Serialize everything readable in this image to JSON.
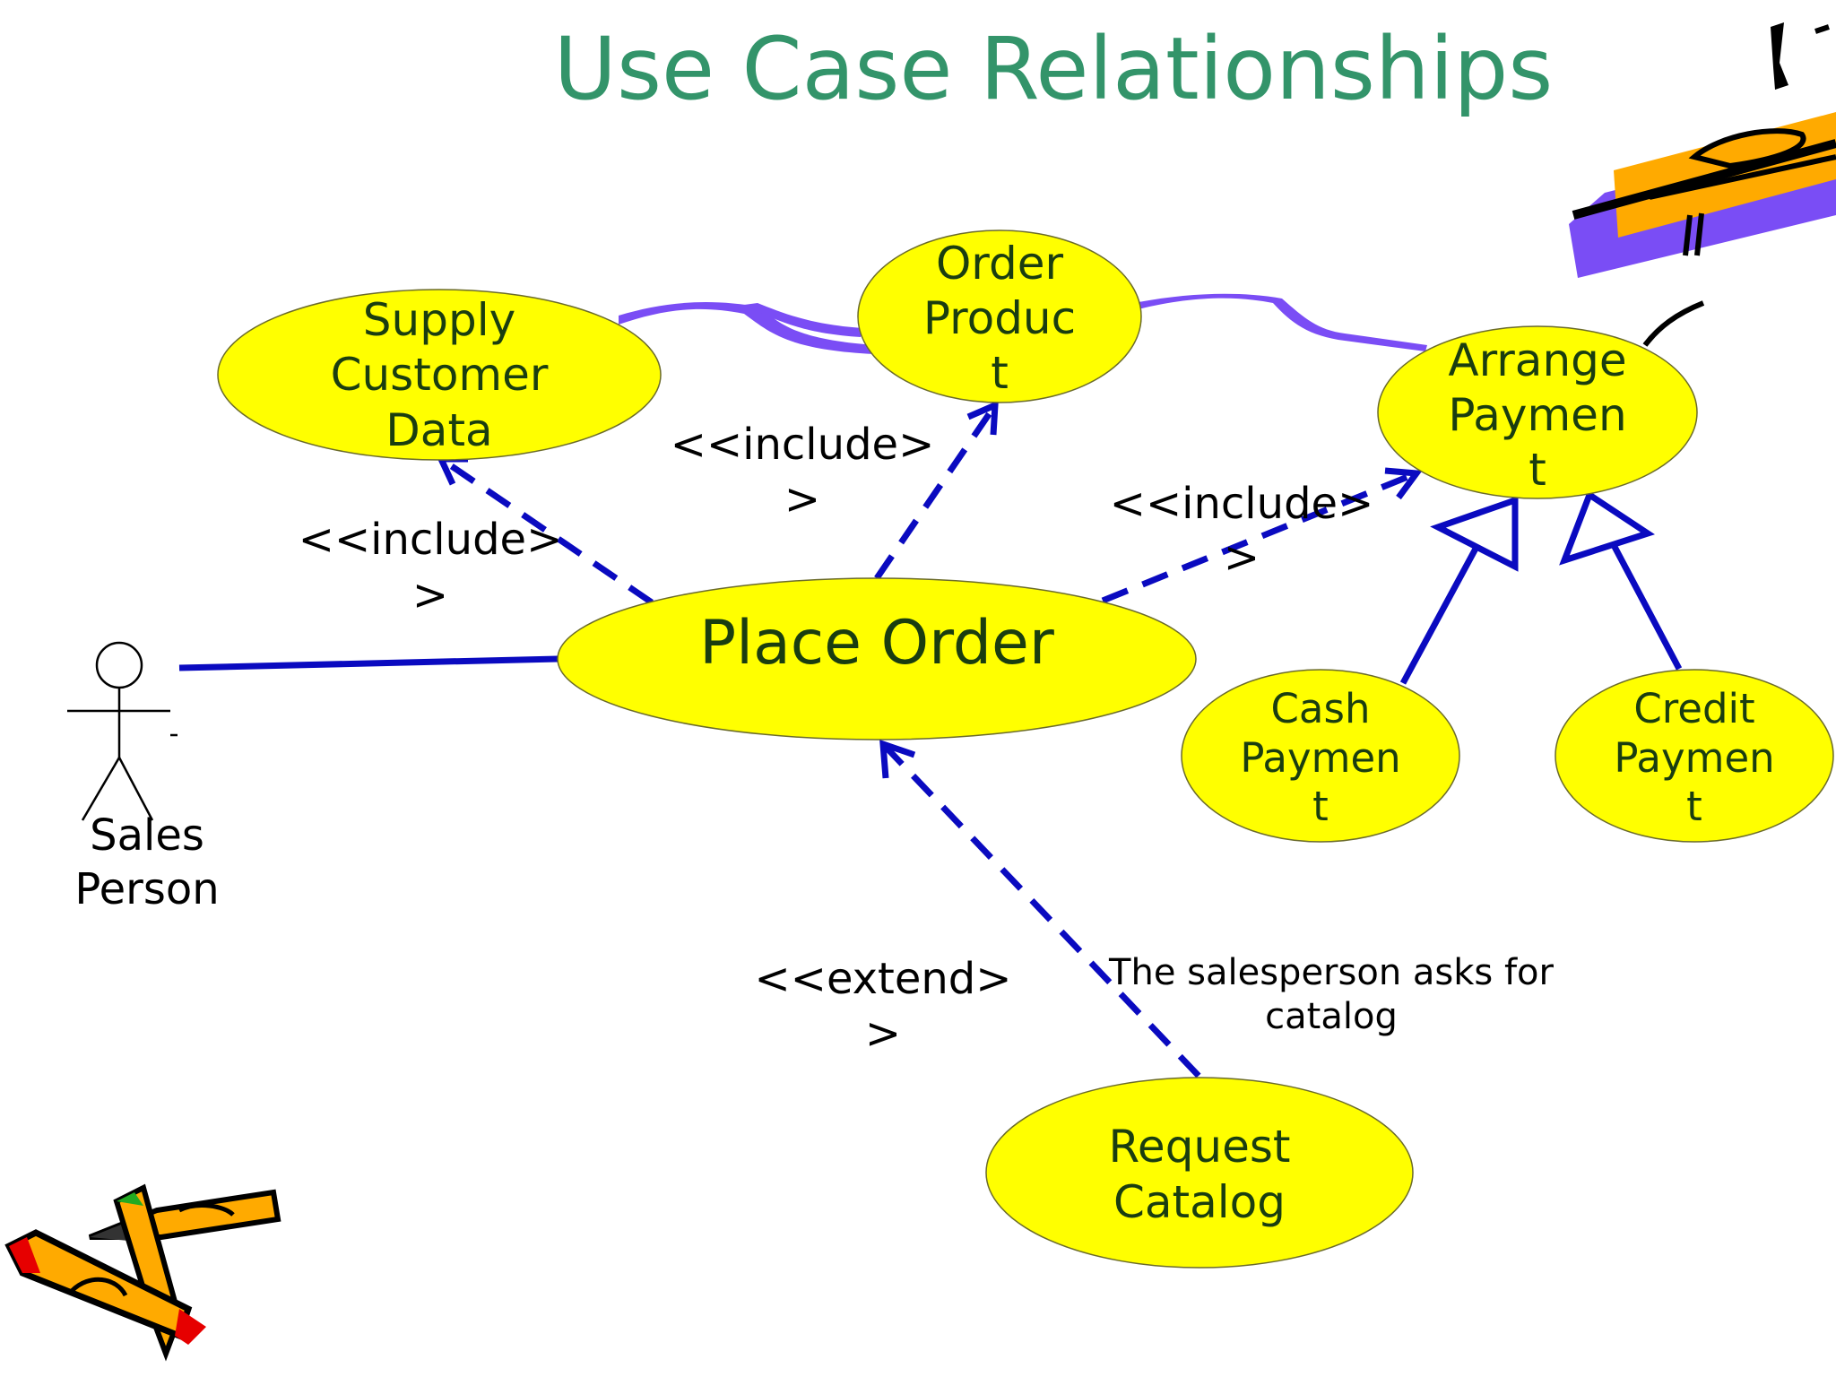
{
  "title": "Use Case Relationships",
  "colors": {
    "title": "#33946a",
    "use_case_fill": "#ffff00",
    "relationship_line": "#0a0ac0",
    "decor_purple": "#7a4df5",
    "pencil_orange": "#ffaa00"
  },
  "actor": {
    "label_line1": "Sales",
    "label_line2": "Person"
  },
  "use_cases": {
    "supply_customer_data": {
      "line1": "Supply",
      "line2": "Customer",
      "line3": "Data"
    },
    "order_product": {
      "line1": "Order",
      "line2": "Produc",
      "line3": "t"
    },
    "arrange_payment": {
      "line1": "Arrange",
      "line2": "Paymen",
      "line3": "t"
    },
    "place_order": {
      "line1": "Place Order"
    },
    "cash_payment": {
      "line1": "Cash",
      "line2": "Paymen",
      "line3": "t"
    },
    "credit_payment": {
      "line1": "Credit",
      "line2": "Paymen",
      "line3": "t"
    },
    "request_catalog": {
      "line1": "Request",
      "line2": "Catalog"
    }
  },
  "relationships": {
    "include_supply": {
      "line1": "<<include>",
      "line2": ">"
    },
    "include_order": {
      "line1": "<<include>",
      "line2": ">"
    },
    "include_arrange": {
      "line1": "<<include>",
      "line2": ">"
    },
    "extend_request": {
      "line1": "<<extend>",
      "line2": ">"
    }
  },
  "note": {
    "line1": "The salesperson asks for",
    "line2": "catalog"
  },
  "decorations": {
    "top_right": "pen-clipart-icon",
    "bottom_left": "pencils-clipart-icon"
  }
}
